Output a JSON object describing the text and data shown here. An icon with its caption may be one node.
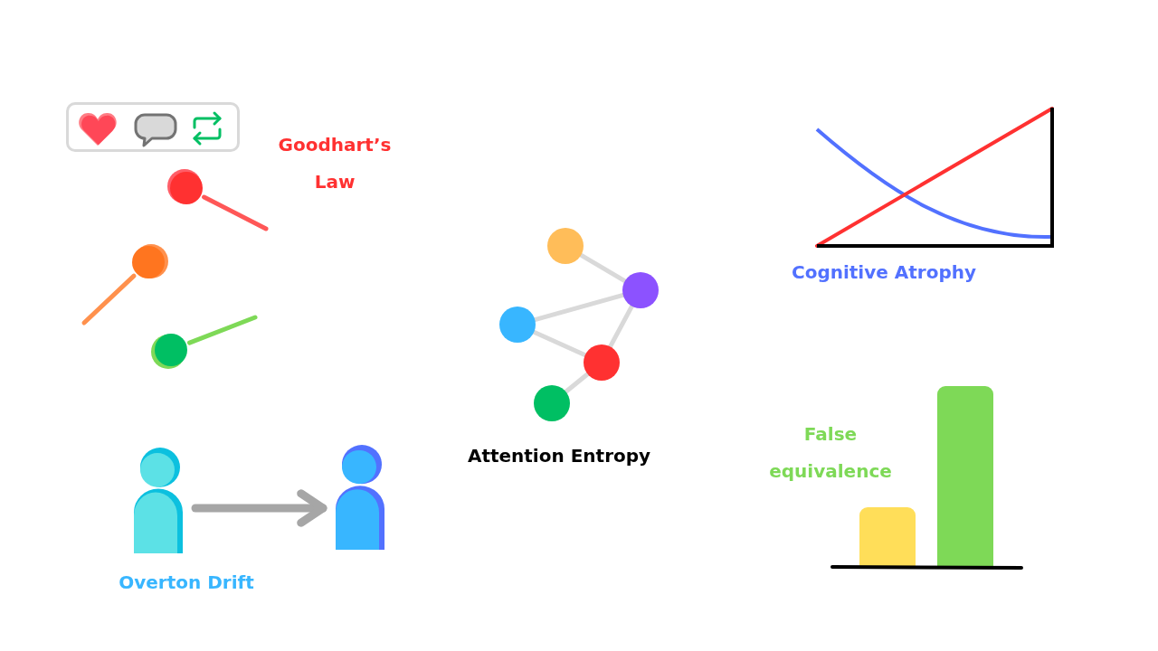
{
  "diagram": {
    "nodes": [
      {
        "text": [],
        "shape": "circle"
      },
      {
        "text": [],
        "shape": "circle"
      },
      {
        "text": [],
        "shape": "circle"
      },
      {
        "text": [],
        "shape": "person"
      },
      {
        "text": [],
        "shape": "person"
      },
      {
        "text": [],
        "shape": "circle"
      },
      {
        "text": [],
        "shape": "circle"
      },
      {
        "text": [],
        "shape": "circle"
      },
      {
        "text": [],
        "shape": "circle"
      },
      {
        "text": [],
        "shape": "circle"
      }
    ],
    "edges": [
      {
        "from": 0,
        "to": null,
        "arrow": "none",
        "color": "#ff5757"
      },
      {
        "from": 1,
        "to": null,
        "arrow": "none",
        "color": "#ff914d"
      },
      {
        "from": 2,
        "to": null,
        "arrow": "none",
        "color": "#7ed957"
      },
      {
        "from": 3,
        "to": 4,
        "arrow": "to",
        "style": "thick",
        "color": "#a6a6a6"
      },
      {
        "from": 5,
        "to": 6,
        "arrow": "none"
      },
      {
        "from": 6,
        "to": 7,
        "arrow": "none"
      },
      {
        "from": 7,
        "to": 8,
        "arrow": "none"
      },
      {
        "from": 6,
        "to": 8,
        "arrow": "none"
      },
      {
        "from": 8,
        "to": 9,
        "arrow": "none"
      }
    ],
    "labels": [
      "Goodhart’s Law",
      "Cognitive Atrophy",
      "Attention Entropy",
      "False equivalence",
      "Overton Drift"
    ]
  }
}
